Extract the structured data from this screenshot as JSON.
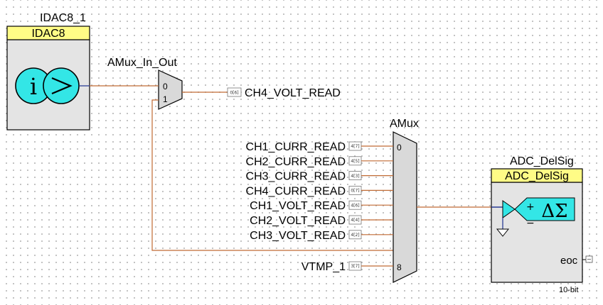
{
  "idac": {
    "instance_name": "IDAC8_1",
    "title": "IDAC8",
    "symbol_text": "i"
  },
  "amux_in_out": {
    "instance_name": "AMux_In_Out",
    "input_labels": [
      "0",
      "1"
    ],
    "output_pin": {
      "label": "CH4_VOLT_READ",
      "tag": "0[6]"
    }
  },
  "amux": {
    "instance_name": "AMux",
    "input_labels": [
      "0",
      "8"
    ],
    "inputs": [
      {
        "label": "CH1_CURR_READ",
        "tag": "4[7]"
      },
      {
        "label": "CH2_CURR_READ",
        "tag": "4[5]"
      },
      {
        "label": "CH3_CURR_READ",
        "tag": "4[3]"
      },
      {
        "label": "CH4_CURR_READ",
        "tag": "0[7]"
      },
      {
        "label": "CH1_VOLT_READ",
        "tag": "4[6]"
      },
      {
        "label": "CH2_VOLT_READ",
        "tag": "4[4]"
      },
      {
        "label": "CH3_VOLT_READ",
        "tag": "4[2]"
      }
    ],
    "vtmp": {
      "label": "VTMP_1",
      "tag": "3[7]"
    }
  },
  "adc": {
    "instance_name": "ADC_DelSig",
    "title": "ADC_DelSig",
    "plus": "+",
    "minus": "−",
    "delta_sigma": "ΔΣ",
    "eoc_label": "eoc",
    "resolution": "10-bit"
  },
  "colors": {
    "wire": "#c06a34",
    "title_bar": "#fffc86",
    "component_body": "#e4e4e4",
    "symbol_cyan": "#33e6e6",
    "signal_blue": "#1b2f8f"
  }
}
